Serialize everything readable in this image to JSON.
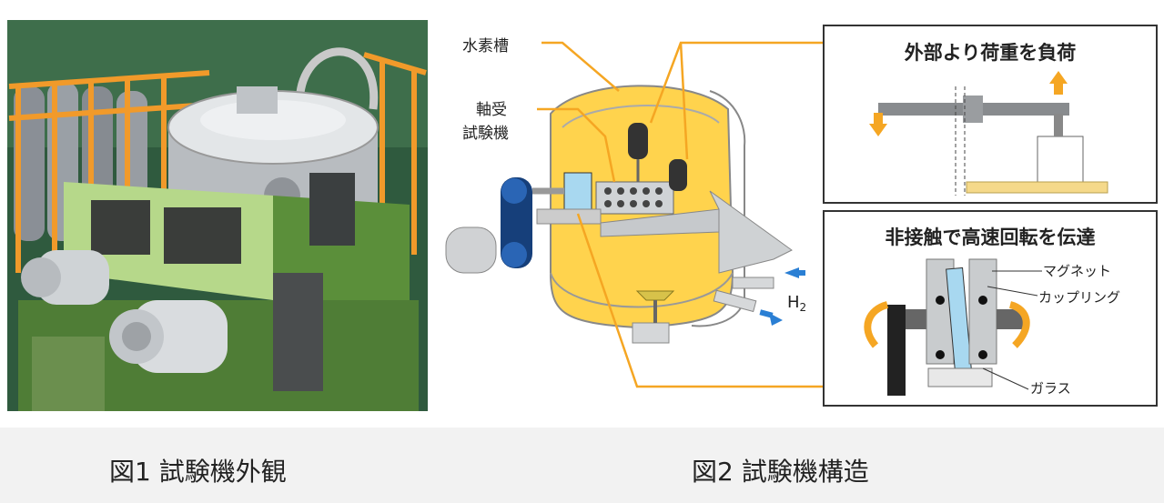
{
  "figure1": {
    "caption": "図1 試験機外観"
  },
  "figure2": {
    "caption": "図2 試験機構造",
    "labels": {
      "hydrogen_tank": "水素槽",
      "bearing_tester_line1": "軸受",
      "bearing_tester_line2": "試験機",
      "h2_symbol": "H",
      "h2_subscript": "2"
    },
    "panel_top": {
      "title": "外部より荷重を負荷"
    },
    "panel_bottom": {
      "title": "非接触で高速回転を伝達",
      "label_magnet_line1": "マグネット",
      "label_magnet_line2": "カップリング",
      "label_glass": "ガラス"
    }
  },
  "colors": {
    "leader_orange": "#f5a623",
    "tank_yellow": "#ffd34d",
    "arrow_orange": "#f5a623",
    "arrow_blue": "#2a7fd4",
    "panel_border": "#333333",
    "glass_blue": "#a8d8f0",
    "frame_green": "#8fbf4a"
  }
}
